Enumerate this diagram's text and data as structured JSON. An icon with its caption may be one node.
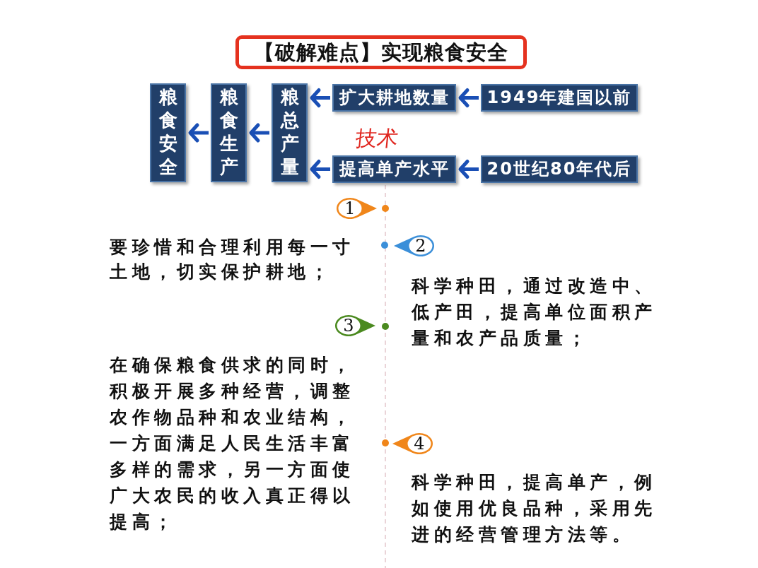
{
  "diagram": {
    "title": "【破解难点】实现粮食安全",
    "nodes": [
      {
        "text": [
          "粮食安全"
        ]
      },
      {
        "text": [
          "粮食生产"
        ]
      },
      {
        "text": [
          "粮总产量"
        ]
      },
      {
        "text": [
          "扩大耕地数量"
        ]
      },
      {
        "text": [
          "1949年建国以前"
        ]
      },
      {
        "text": [
          "提高单产水平"
        ]
      },
      {
        "text": [
          "20世纪80年代后"
        ]
      },
      {
        "text": [
          "1"
        ],
        "beside": [
          "要珍惜和合理利用每一寸土地，切实保护耕地；"
        ]
      },
      {
        "text": [
          "2"
        ],
        "beside": [
          "科学种田，通过改造中、低产田，提高单位面积产量和农产品质量；"
        ]
      },
      {
        "text": [
          "3"
        ],
        "beside": [
          "在确保粮食供求的同时，积极开展多种经营，调整农作物品种和农业结构，一方面满足人民生活丰富多样的需求，另一方面使广大农民的收入真正得以提高；"
        ]
      },
      {
        "text": [
          "4"
        ],
        "beside": [
          "科学种田，提高单产，例如使用优良品种，采用先进的经营管理方法等。"
        ]
      }
    ],
    "edges": [
      {
        "from": 1,
        "to": 0,
        "arrow": "to"
      },
      {
        "from": 2,
        "to": 1,
        "arrow": "to"
      },
      {
        "from": 3,
        "to": 2,
        "arrow": "to"
      },
      {
        "from": 4,
        "to": 3,
        "arrow": "to"
      },
      {
        "from": 5,
        "to": 2,
        "arrow": "to"
      },
      {
        "from": 6,
        "to": 5,
        "arrow": "to"
      }
    ],
    "labels": [
      "技术"
    ]
  }
}
